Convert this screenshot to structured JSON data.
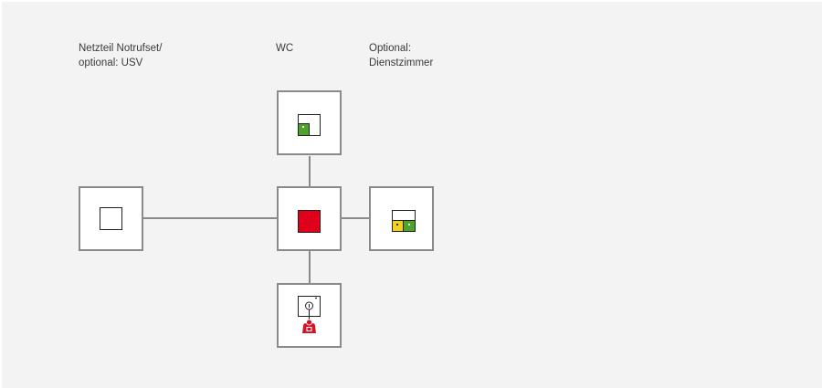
{
  "labels": {
    "power_supply": "Netzteil Notrufset/\noptional: USV",
    "wc": "WC",
    "duty_room": "Optional:\nDienstzimmer"
  },
  "colors": {
    "background": "#f3f3f3",
    "box_border": "#8a8a8a",
    "connector": "#8a8a8a",
    "alarm_red": "#e1001a",
    "indicator_green": "#4fa22c",
    "indicator_yellow": "#f5d21a",
    "pull_cord_red": "#d3152b"
  },
  "nodes": [
    {
      "id": "power-supply",
      "icon": "power-supply-square-icon"
    },
    {
      "id": "wc-call-button",
      "icon": "green-call-button-icon"
    },
    {
      "id": "central-alarm",
      "icon": "red-alarm-square-icon"
    },
    {
      "id": "duty-room-display",
      "icon": "yellow-green-indicator-icon"
    },
    {
      "id": "pull-cord-switch",
      "icon": "pull-cord-alarm-icon"
    }
  ]
}
